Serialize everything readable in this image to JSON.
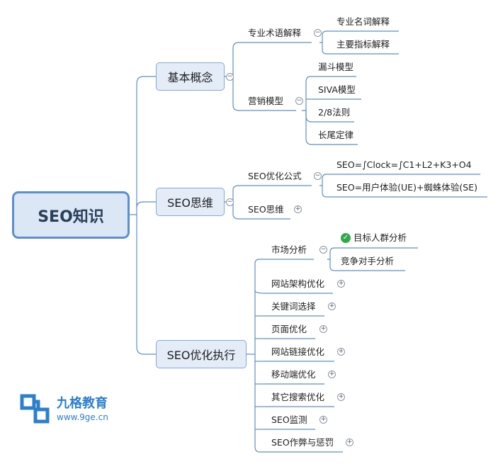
{
  "root": {
    "label": "SEO知识"
  },
  "branches": {
    "basic": {
      "label": "基本概念",
      "terms": {
        "label": "专业术语解释",
        "children": [
          "专业名词解释",
          "主要指标解释"
        ]
      },
      "models": {
        "label": "营销模型",
        "children": [
          "漏斗模型",
          "SIVA模型",
          "2/8法则",
          "长尾定律"
        ]
      }
    },
    "thinking": {
      "label": "SEO思维",
      "formula": {
        "label": "SEO优化公式",
        "children": [
          "SEO=∫Clock=∫C1+L2+K3+O4",
          "SEO=用户体验(UE)+蜘蛛体验(SE)"
        ]
      },
      "mindset": {
        "label": "SEO思维"
      }
    },
    "execution": {
      "label": "SEO优化执行",
      "market": {
        "label": "市场分析",
        "children": [
          "目标人群分析",
          "竞争对手分析"
        ]
      },
      "items": [
        "网站架构优化",
        "关键词选择",
        "页面优化",
        "网站链接优化",
        "移动端优化",
        "其它搜索优化",
        "SEO监测",
        "SEO作弊与惩罚"
      ]
    }
  },
  "toggle_symbols": {
    "collapse": "−",
    "expand": "+"
  },
  "check_symbol": "✓",
  "logo": {
    "name": "九格教育",
    "url": "www.9ge.cn"
  },
  "colors": {
    "line": "#5e8fc7",
    "accent": "#2c7fce",
    "root_border": "#5b8fd0",
    "check": "#2eaa4a"
  }
}
